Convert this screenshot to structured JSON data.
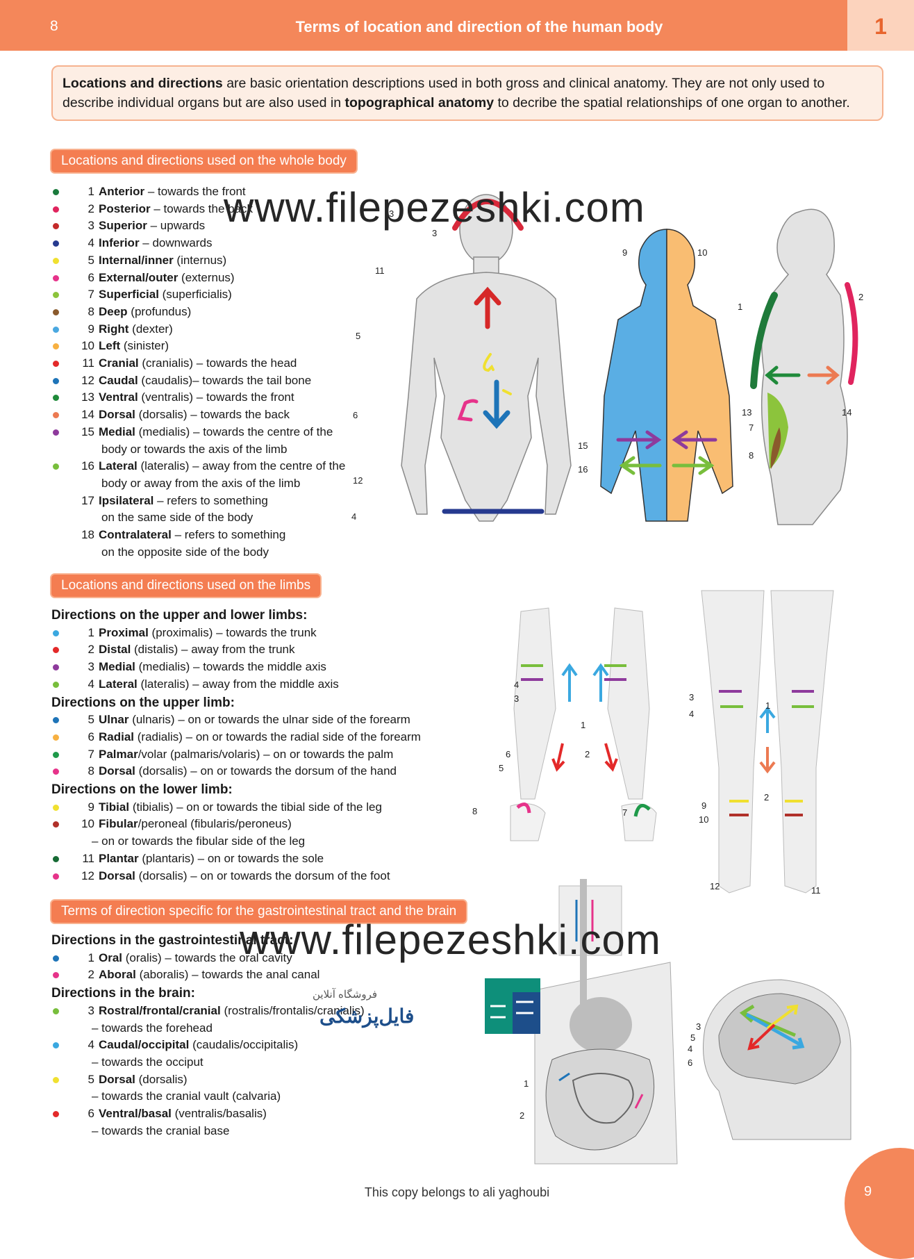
{
  "header": {
    "page_left": "8",
    "title": "Terms of location and direction of the human body",
    "chapter": "1"
  },
  "intro": {
    "b1": "Locations and directions",
    "t1": " are basic orientation descriptions used in both gross and clinical anatomy. They are not only used to describe individual organs but are also used in ",
    "b2": "topographical anatomy",
    "t2": " to decribe the spatial relationships of one organ to another."
  },
  "sections": {
    "whole_body": "Locations and directions used on the whole body",
    "limbs": "Locations and directions used on the limbs",
    "gi_brain": "Terms of direction specific for the gastrointestinal tract and the brain"
  },
  "whole_body_items": [
    {
      "n": "1",
      "term": "Anterior",
      "rest": " – towards the front",
      "color": "#1a7a3c"
    },
    {
      "n": "2",
      "term": "Posterior",
      "rest": " – towards the back",
      "color": "#e0245e"
    },
    {
      "n": "3",
      "term": "Superior",
      "rest": " – upwards",
      "color": "#c42a2a"
    },
    {
      "n": "4",
      "term": "Inferior",
      "rest": " – downwards",
      "color": "#263a8f"
    },
    {
      "n": "5",
      "term": "Internal/inner",
      "rest": " (internus)",
      "color": "#f0e030"
    },
    {
      "n": "6",
      "term": "External/outer",
      "rest": " (externus)",
      "color": "#e6338a"
    },
    {
      "n": "7",
      "term": "Superficial",
      "rest": " (superficialis)",
      "color": "#8cc43c"
    },
    {
      "n": "8",
      "term": "Deep",
      "rest": " (profundus)",
      "color": "#8a5a2c"
    },
    {
      "n": "9",
      "term": "Right",
      "rest": " (dexter)",
      "color": "#4aa8e0"
    },
    {
      "n": "10",
      "term": "Left",
      "rest": " (sinister)",
      "color": "#f7b041"
    },
    {
      "n": "11",
      "term": "Cranial",
      "rest": " (cranialis) – towards the head",
      "color": "#e32929"
    },
    {
      "n": "12",
      "term": "Caudal",
      "rest": " (caudalis)– towards the tail bone",
      "color": "#1e74b8"
    },
    {
      "n": "13",
      "term": "Ventral",
      "rest": " (ventralis) – towards the front",
      "color": "#1f8a3a"
    },
    {
      "n": "14",
      "term": "Dorsal",
      "rest": " (dorsalis) – towards the back",
      "color": "#ec7a52"
    },
    {
      "n": "15",
      "term": "Medial",
      "rest": " (medialis) – towards the centre of the",
      "cont": "body or towards the axis of the limb",
      "color": "#8e3a9c"
    },
    {
      "n": "16",
      "term": "Lateral",
      "rest": " (lateralis) – away from the centre of the",
      "cont": "body or away from the axis of the limb",
      "color": "#78be3c"
    },
    {
      "n": "17",
      "term": "Ipsilateral",
      "rest": " – refers to something",
      "cont": "on the same side of the body",
      "color": ""
    },
    {
      "n": "18",
      "term": "Contralateral",
      "rest": " –  refers to something",
      "cont": "on the opposite side of the body",
      "color": ""
    }
  ],
  "limbs": {
    "sub1": "Directions on the upper and lower limbs:",
    "items1": [
      {
        "n": "1",
        "term": "Proximal",
        "rest": " (proximalis) – towards the trunk",
        "color": "#3aa8e0"
      },
      {
        "n": "2",
        "term": "Distal",
        "rest": " (distalis) – away from the trunk",
        "color": "#e32929"
      },
      {
        "n": "3",
        "term": "Medial",
        "rest": " (medialis) – towards the middle axis",
        "color": "#8e3a9c"
      },
      {
        "n": "4",
        "term": "Lateral",
        "rest": " (lateralis) – away from the middle axis",
        "color": "#78be3c"
      }
    ],
    "sub2": "Directions on the upper limb:",
    "items2": [
      {
        "n": "5",
        "term": "Ulnar",
        "rest": " (ulnaris) – on or towards the ulnar side of the forearm",
        "color": "#1e74b8"
      },
      {
        "n": "6",
        "term": "Radial",
        "rest": " (radialis) – on or towards the radial side of the forearm",
        "color": "#f7b041"
      },
      {
        "n": "7",
        "term": "Palmar",
        "rest": "/volar (palmaris/volaris) – on or towards the palm",
        "color": "#1f9a4a"
      },
      {
        "n": "8",
        "term": "Dorsal",
        "rest": " (dorsalis) – on or towards the dorsum of the hand",
        "color": "#e6338a"
      }
    ],
    "sub3": "Directions on the lower limb:",
    "items3": [
      {
        "n": "9",
        "term": "Tibial",
        "rest": " (tibialis) – on or towards the tibial side of the leg",
        "color": "#f0e030"
      },
      {
        "n": "10",
        "term": "Fibular",
        "rest": "/peroneal (fibularis/peroneus)",
        "cont": "– on or towards the fibular side of the leg",
        "color": "#b0302a"
      },
      {
        "n": "11",
        "term": "Plantar",
        "rest": " (plantaris) – on or towards the sole",
        "color": "#166a34"
      },
      {
        "n": "12",
        "term": "Dorsal",
        "rest": " (dorsalis) – on or towards the dorsum of the foot",
        "color": "#e6338a"
      }
    ]
  },
  "gi": {
    "sub1": "Directions in the gastrointestinal tract:",
    "items1": [
      {
        "n": "1",
        "term": "Oral",
        "rest": " (oralis) – towards the oral cavity",
        "color": "#1e74b8"
      },
      {
        "n": "2",
        "term": "Aboral",
        "rest": " (aboralis) – towards the anal canal",
        "color": "#e6338a"
      }
    ],
    "sub2": "Directions in the brain:",
    "items2": [
      {
        "n": "3",
        "term": "Rostral/frontal/cranial",
        "rest": " (rostralis/frontalis/cranialis)",
        "cont": "– towards the forehead",
        "color": "#78be3c"
      },
      {
        "n": "4",
        "term": "Caudal/occipital",
        "rest": " (caudalis/occipitalis)",
        "cont": "– towards the occiput",
        "color": "#3aa8e0"
      },
      {
        "n": "5",
        "term": "Dorsal",
        "rest": " (dorsalis)",
        "cont": "– towards the cranial vault (calvaria)",
        "color": "#f0e030"
      },
      {
        "n": "6",
        "term": "Ventral/basal",
        "rest": " (ventralis/basalis)",
        "cont": "– towards the cranial base",
        "color": "#e32929"
      }
    ]
  },
  "figure_labels": {
    "body_front": [
      "3",
      "11",
      "5",
      "6",
      "12",
      "4"
    ],
    "body_female": [
      "9",
      "10",
      "15",
      "16"
    ],
    "body_side": [
      "1",
      "2",
      "13",
      "14",
      "7",
      "8"
    ],
    "arms": [
      "4",
      "3",
      "1",
      "6",
      "5",
      "2",
      "8",
      "7"
    ],
    "legs": [
      "3",
      "4",
      "1",
      "2",
      "9",
      "10",
      "12",
      "11"
    ],
    "gi_tract": [
      "1",
      "2"
    ],
    "brain": [
      "3",
      "5",
      "4",
      "6"
    ]
  },
  "watermark": "www.filepezeshki.com",
  "logo": {
    "line1": "فروشگاه آنلاین",
    "line2": "فایل‌پزشکی"
  },
  "footer": {
    "text": "This copy belongs to ali yaghoubi",
    "page_right": "9"
  }
}
